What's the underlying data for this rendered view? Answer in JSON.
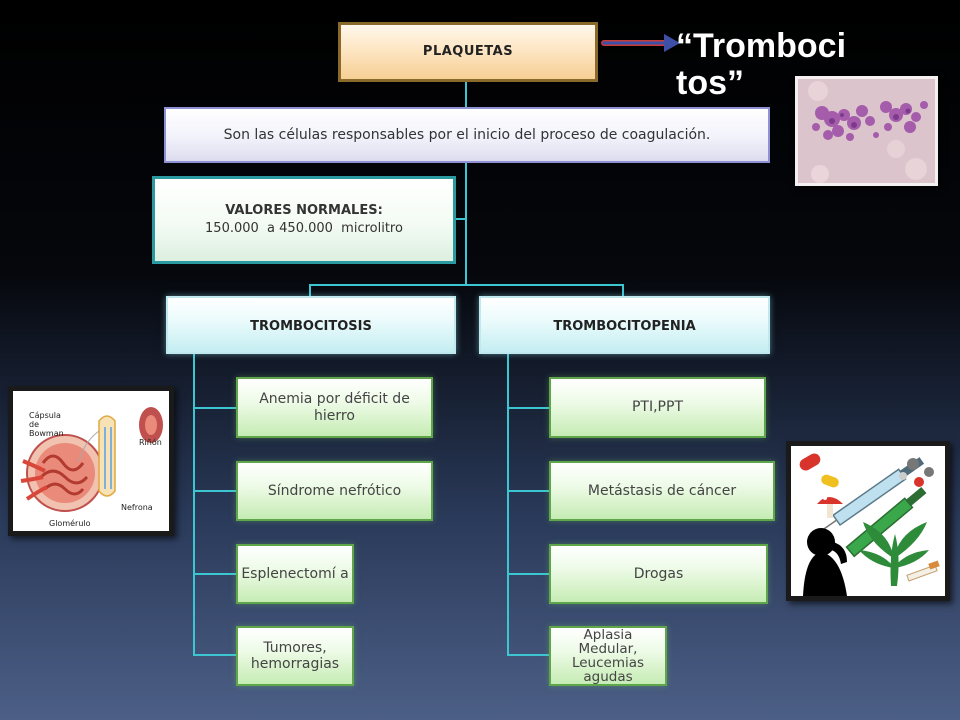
{
  "title": "PLAQUETAS",
  "alias": "“Tromboci tos”",
  "alias_line1": "“Tromboci",
  "alias_line2": "tos”",
  "description": "Son las células responsables por el inicio del proceso de coagulación.",
  "valores": {
    "label": "VALORES NORMALES:",
    "value": "150.000  a 450.000  microlitro"
  },
  "trombocitosis": {
    "label": "TROMBOCITOSIS",
    "items": [
      "Anemia por déficit de hierro",
      "Síndrome nefrótico",
      "Esplenectomí a",
      "Tumores, hemorragias"
    ]
  },
  "trombocitopenia": {
    "label": "TROMBOCITOPENIA",
    "items": [
      "PTI,PPT",
      "Metástasis de cáncer",
      "Drogas",
      "Aplasia Medular, Leucemias agudas"
    ]
  },
  "kidney_labels": {
    "capsula": "Cápsula de Bowman",
    "rinon": "Riñón",
    "nefrona": "Nefrona",
    "glomerulo": "Glomérulo"
  },
  "colors": {
    "connector": "#3cc6d2",
    "green_border": "#5fa64a",
    "title_border": "#8a6a2a"
  }
}
